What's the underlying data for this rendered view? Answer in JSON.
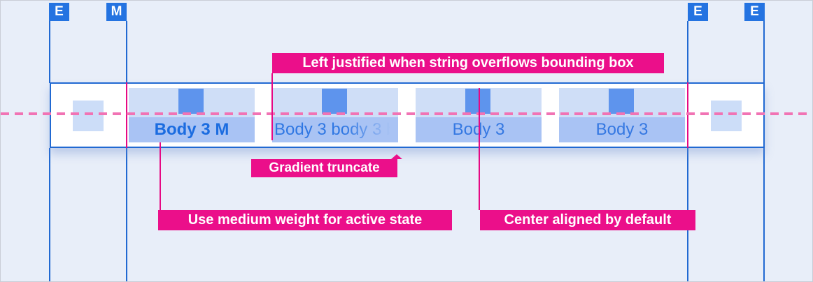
{
  "colors": {
    "background": "#e8eef9",
    "guide_blue": "#2169d2",
    "marker_blue": "#2473e1",
    "accent_magenta": "#eb0f8a",
    "connector_magenta": "#e60984",
    "dashed_pink": "#f173b4",
    "tab_icon_area_bg": "#cfdef7",
    "tab_label_bg": "#a9c3f4",
    "icon_placeholder_blue": "#5e94ed",
    "side_placeholder_blue": "#ccddf8",
    "active_text_blue": "#1b6ce0",
    "inactive_text_blue": "#3578e2"
  },
  "markers": [
    {
      "label": "E"
    },
    {
      "label": "M"
    },
    {
      "label": "E"
    },
    {
      "label": "E"
    }
  ],
  "tabbar": {
    "tabs": [
      {
        "label": "Body 3 M",
        "state": "active",
        "align": "center"
      },
      {
        "label": "Body 3 body 3 b",
        "state": "default",
        "align": "left",
        "truncation": "gradient"
      },
      {
        "label": "Body 3",
        "state": "default",
        "align": "center"
      },
      {
        "label": "Body 3",
        "state": "default",
        "align": "center"
      }
    ]
  },
  "annotations": {
    "left_justified": "Left justified when string overflows bounding box",
    "gradient_truncate": "Gradient truncate",
    "medium_weight": "Use medium weight for active state",
    "center_aligned": "Center aligned by default"
  }
}
